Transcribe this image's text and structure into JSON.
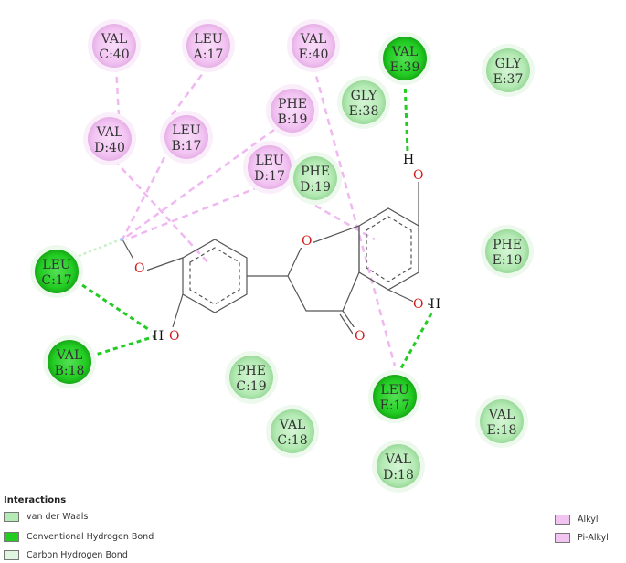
{
  "colors": {
    "vdw": "#b4eab4",
    "conventional_hbond": "#22cc22",
    "carbon_hbond": "#dff5df",
    "alkyl": "#f2c4f2",
    "pi_alkyl": "#f2c4f2",
    "bond": "#555555",
    "oxygen": "#d11a1a"
  },
  "residues": [
    {
      "id": "val-c40",
      "l1": "VAL",
      "l2": "C:40",
      "type": "alkyl"
    },
    {
      "id": "leu-a17",
      "l1": "LEU",
      "l2": "A:17",
      "type": "alkyl"
    },
    {
      "id": "val-e40",
      "l1": "VAL",
      "l2": "E:40",
      "type": "alkyl"
    },
    {
      "id": "val-e39",
      "l1": "VAL",
      "l2": "E:39",
      "type": "conventional"
    },
    {
      "id": "gly-e37",
      "l1": "GLY",
      "l2": "E:37",
      "type": "vdw"
    },
    {
      "id": "val-d40",
      "l1": "VAL",
      "l2": "D:40",
      "type": "alkyl"
    },
    {
      "id": "leu-b17",
      "l1": "LEU",
      "l2": "B:17",
      "type": "alkyl"
    },
    {
      "id": "phe-b19",
      "l1": "PHE",
      "l2": "B:19",
      "type": "alkyl"
    },
    {
      "id": "gly-e38",
      "l1": "GLY",
      "l2": "E:38",
      "type": "vdw"
    },
    {
      "id": "leu-d17",
      "l1": "LEU",
      "l2": "D:17",
      "type": "alkyl"
    },
    {
      "id": "phe-d19",
      "l1": "PHE",
      "l2": "D:19",
      "type": "vdw"
    },
    {
      "id": "leu-c17",
      "l1": "LEU",
      "l2": "C:17",
      "type": "conventional"
    },
    {
      "id": "phe-e19",
      "l1": "PHE",
      "l2": "E:19",
      "type": "vdw"
    },
    {
      "id": "val-b18",
      "l1": "VAL",
      "l2": "B:18",
      "type": "conventional"
    },
    {
      "id": "phe-c19",
      "l1": "PHE",
      "l2": "C:19",
      "type": "vdw"
    },
    {
      "id": "leu-e17",
      "l1": "LEU",
      "l2": "E:17",
      "type": "conventional"
    },
    {
      "id": "val-c18",
      "l1": "VAL",
      "l2": "C:18",
      "type": "vdw"
    },
    {
      "id": "val-e18",
      "l1": "VAL",
      "l2": "E:18",
      "type": "vdw"
    },
    {
      "id": "val-d18",
      "l1": "VAL",
      "l2": "D:18",
      "type": "vdw"
    }
  ],
  "atoms": {
    "o": "O",
    "h": "H"
  },
  "legend": {
    "title": "Interactions",
    "items": [
      {
        "id": "vdw",
        "label": "van der Waals"
      },
      {
        "id": "conventional",
        "label": "Conventional Hydrogen Bond"
      },
      {
        "id": "carbon",
        "label": "Carbon Hydrogen Bond"
      },
      {
        "id": "alkyl",
        "label": "Alkyl"
      },
      {
        "id": "pi-alkyl",
        "label": "Pi-Alkyl"
      }
    ]
  }
}
